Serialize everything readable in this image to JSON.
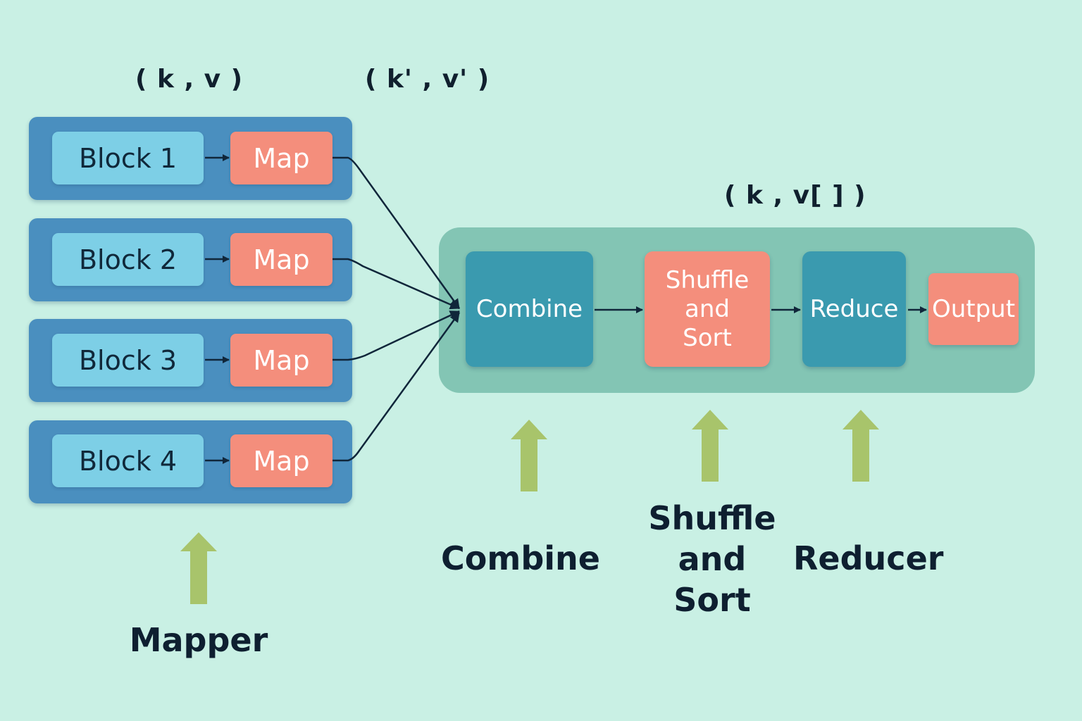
{
  "annotations": {
    "mapper_kv": "( k , v )",
    "map_output_kv": "( k' , v' )",
    "grouped_kv": "( k , v[ ] )"
  },
  "mapper": {
    "rows": [
      {
        "block": "Block 1",
        "map": "Map"
      },
      {
        "block": "Block 2",
        "map": "Map"
      },
      {
        "block": "Block 3",
        "map": "Map"
      },
      {
        "block": "Block 4",
        "map": "Map"
      }
    ],
    "label": "Mapper"
  },
  "pipeline": {
    "combine": "Combine",
    "shuffle_sort": "Shuffle\nand\nSort",
    "reduce": "Reduce",
    "output": "Output"
  },
  "bottom_labels": {
    "combine": "Combine",
    "shuffle_sort": "Shuffle\nand\nSort",
    "reducer": "Reducer"
  },
  "colors": {
    "background": "#c9f0e4",
    "row_panel": "#4a8fbf",
    "block": "#7dcfe6",
    "map": "#f48e7c",
    "pipeline_bg": "#83c5b4",
    "teal_stage": "#3a9aaf",
    "up_arrow": "#a8c46b",
    "connector": "#10263a"
  },
  "icons": {
    "up_arrow": "up-arrow-icon"
  }
}
